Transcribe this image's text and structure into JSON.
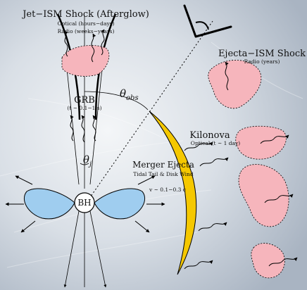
{
  "labels": {
    "jet_shock_title": "Jet−ISM Shock (Afterglow)",
    "jet_shock_optical": "Optical (hours−days)",
    "jet_shock_radio": "Radio (weeks−years)",
    "grb_title": "GRB",
    "grb_time": "(t ~ 0.1−1 s)",
    "theta_obs_base": "θ",
    "theta_obs_sub": "obs",
    "theta_j_base": "θ",
    "theta_j_sub": "j",
    "ejecta_shock_title": "Ejecta−ISM Shock",
    "ejecta_shock_radio": "Radio (years)",
    "kilonova_title": "Kilonova",
    "kilonova_optical": "Optical (t ~ 1 day)",
    "merger_title": "Merger Ejecta",
    "merger_sub": "Tidal Tail & Disk Wind",
    "merger_velocity": "v ~ 0.1−0.3 c",
    "bh_label": "BH"
  },
  "colors": {
    "background": "#cfd6df",
    "kilonova_fill": "#f5c800",
    "ejecta_fill": "#f6b5bc",
    "disk_fill": "#9fcdef",
    "line": "#000000"
  }
}
